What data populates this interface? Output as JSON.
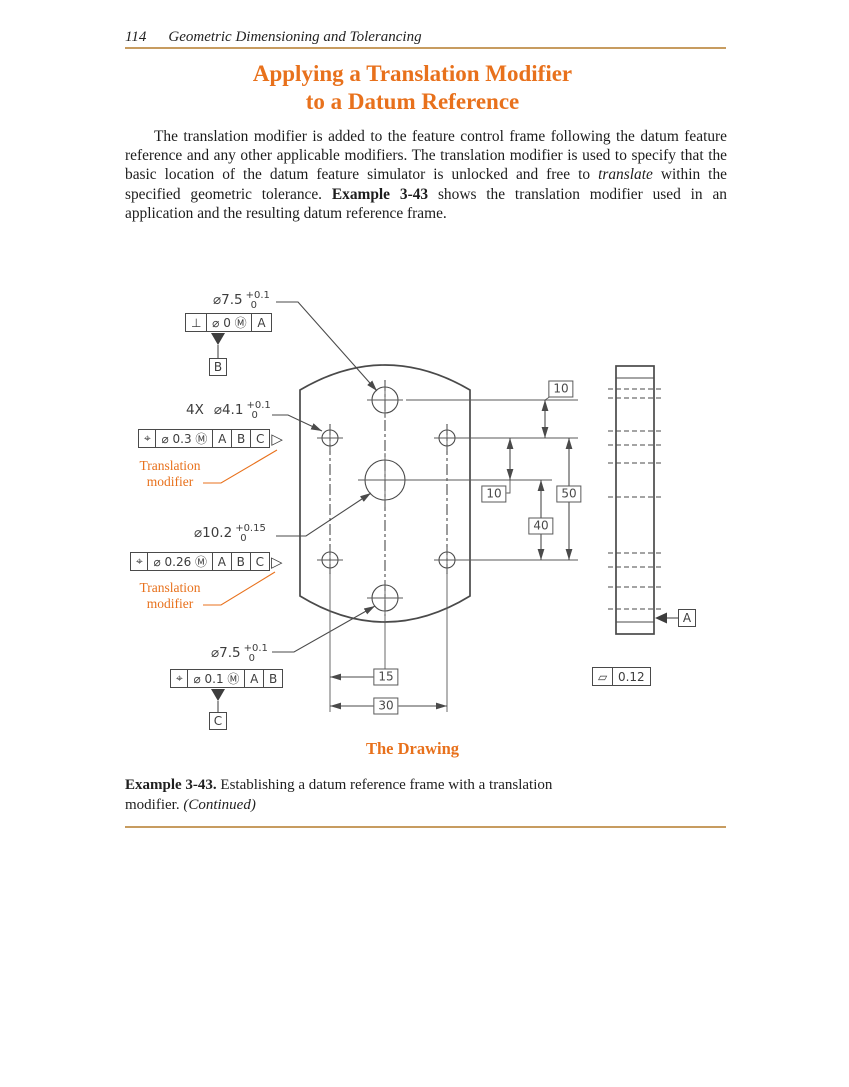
{
  "page": {
    "number": "114",
    "running_title": "Geometric Dimensioning and Tolerancing",
    "title_line1": "Applying a Translation Modifier",
    "title_line2": "to a Datum Reference",
    "accent_color": "#e8711c"
  },
  "paragraph": {
    "part1": "The translation modifier is added to the feature control frame following the datum feature reference and any other applicable modifiers. The translation modifier is used to specify that the basic location of the datum feature simulator is unlocked and free to ",
    "italic": "translate",
    "part2": " within the specified geometric tolerance. ",
    "bold": "Example 3-43",
    "part3": " shows the translation modifier used in an application and the resulting datum reference frame."
  },
  "drawing": {
    "callout1": {
      "dia": "⌀7.5",
      "plus": "+0.1",
      "minus": "0"
    },
    "fcf1": {
      "cells": [
        "⊥",
        "⌀ 0 Ⓜ",
        "A"
      ]
    },
    "datum_b": "B",
    "callout2": {
      "qty": "4X",
      "dia": "⌀4.1",
      "plus": "+0.1",
      "minus": "0"
    },
    "fcf2": {
      "cells": [
        "⌖",
        "⌀ 0.3 Ⓜ",
        "A",
        "B",
        "C"
      ],
      "translation_modifier": "▷"
    },
    "label_translation1": {
      "line1": "Translation",
      "line2": "modifier"
    },
    "callout3": {
      "dia": "⌀10.2",
      "plus": "+0.15",
      "minus": "0"
    },
    "fcf3": {
      "cells": [
        "⌖",
        "⌀ 0.26 Ⓜ",
        "A",
        "B",
        "C"
      ],
      "translation_modifier": "▷"
    },
    "label_translation2": {
      "line1": "Translation",
      "line2": "modifier"
    },
    "callout4": {
      "dia": "⌀7.5",
      "plus": "+0.1",
      "minus": "0"
    },
    "fcf4": {
      "cells": [
        "⌖",
        "⌀ 0.1 Ⓜ",
        "A",
        "B"
      ]
    },
    "datum_c": "C",
    "datum_a": "A",
    "dims": {
      "d10_top": "10",
      "d10_mid": "10",
      "d50": "50",
      "d40": "40",
      "d15": "15",
      "d30": "30"
    },
    "flatness": {
      "cells": [
        "▱",
        "0.12"
      ]
    },
    "caption": "The Drawing"
  },
  "figure_caption": {
    "bold": "Example 3-43.",
    "line1_rest": " Establishing a datum reference frame with a translation",
    "line2": "modifier. ",
    "continued": "(Continued)"
  }
}
